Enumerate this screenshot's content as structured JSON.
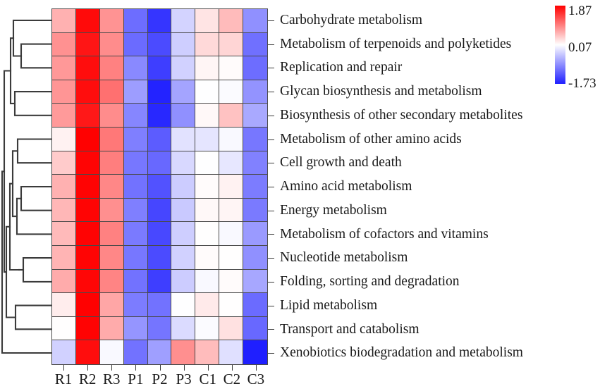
{
  "chart_data": {
    "type": "heatmap",
    "title": "",
    "xlabel": "",
    "ylabel": "",
    "grid": true,
    "legend_position": "right",
    "colorbar": {
      "max_label": "1.87",
      "mid_label": "0.07",
      "min_label": "-1.73",
      "max_value": 1.87,
      "mid_value": 0.07,
      "min_value": -1.73,
      "high_color": "#ff0000",
      "mid_color": "#ffffff",
      "low_color": "#1f1fff"
    },
    "columns": [
      "R1",
      "R2",
      "R3",
      "P1",
      "P2",
      "P3",
      "C1",
      "C2",
      "C3"
    ],
    "rows": [
      "Carbohydrate metabolism",
      "Metabolism of terpenoids and polyketides",
      "Replication and repair",
      "Glycan biosynthesis and metabolism",
      "Biosynthesis of other secondary metabolites",
      "Metabolism of other amino acids",
      "Cell growth and death",
      "Amino acid metabolism",
      "Energy metabolism",
      "Metabolism of cofactors and vitamins",
      "Nucleotide metabolism",
      "Folding, sorting and degradation",
      "Lipid metabolism",
      "Transport and catabolism",
      "Xenobiotics biodegradation and metabolism"
    ],
    "values": [
      [
        0.62,
        1.8,
        0.83,
        -1.1,
        -1.55,
        -0.28,
        0.26,
        0.55,
        -0.82
      ],
      [
        0.85,
        1.72,
        0.88,
        -1.12,
        -1.38,
        -0.32,
        0.34,
        0.37,
        -1.08
      ],
      [
        0.8,
        1.78,
        0.96,
        -0.88,
        -1.48,
        -0.3,
        0.14,
        0.1,
        -1.1
      ],
      [
        0.82,
        1.78,
        1.08,
        -0.72,
        -1.7,
        -0.66,
        0.06,
        0.04,
        -0.8
      ],
      [
        0.78,
        1.7,
        0.88,
        -0.9,
        -1.66,
        -0.82,
        0.12,
        0.5,
        -0.62
      ],
      [
        0.16,
        1.86,
        1.02,
        -0.96,
        -1.24,
        -0.16,
        -0.14,
        0.02,
        -1.02
      ],
      [
        0.44,
        1.84,
        0.98,
        -1.02,
        -1.14,
        -0.24,
        0.06,
        -0.12,
        -0.94
      ],
      [
        0.62,
        1.85,
        0.92,
        -1.06,
        -1.32,
        -0.34,
        0.1,
        0.16,
        -0.98
      ],
      [
        0.58,
        1.84,
        0.86,
        -0.96,
        -1.42,
        -0.36,
        0.12,
        0.14,
        -1.0
      ],
      [
        0.56,
        1.85,
        0.96,
        -1.0,
        -1.4,
        -0.32,
        0.08,
        0.02,
        -0.74
      ],
      [
        0.6,
        1.84,
        0.92,
        -1.02,
        -1.38,
        -0.3,
        0.1,
        0.08,
        -0.82
      ],
      [
        0.66,
        1.83,
        0.94,
        -1.06,
        -1.48,
        -0.34,
        0.02,
        0.1,
        -0.64
      ],
      [
        0.2,
        1.86,
        0.7,
        -0.98,
        -1.06,
        0.06,
        0.22,
        0.08,
        -1.12
      ],
      [
        0.08,
        1.85,
        0.66,
        -0.78,
        -1.04,
        -0.22,
        0.04,
        0.28,
        -1.14
      ],
      [
        -0.3,
        1.78,
        0.02,
        -1.06,
        -0.7,
        0.86,
        0.54,
        -0.18,
        -1.73
      ]
    ]
  },
  "dendrogram": {
    "name": "row-dendrogram",
    "orientation": "left"
  }
}
